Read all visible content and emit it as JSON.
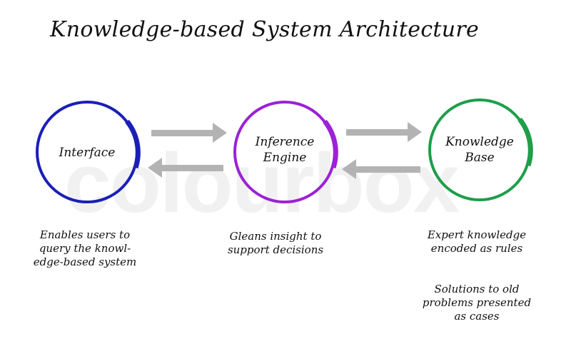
{
  "title": "Knowledge-based System Architecture",
  "watermark": "colourbox",
  "nodes": [
    {
      "id": "interface",
      "label_lines": [
        "Interface"
      ],
      "color": "#1a1fb8"
    },
    {
      "id": "inference-engine",
      "label_lines": [
        "Inference",
        "Engine"
      ],
      "color": "#9b22d6"
    },
    {
      "id": "knowledge-base",
      "label_lines": [
        "Knowledge",
        "Base"
      ],
      "color": "#1e9e4a"
    }
  ],
  "arrow_color": "#b3b3b3",
  "descriptions": {
    "interface": [
      "Enables users to",
      "query the knowl-",
      "edge-based system"
    ],
    "inference_engine": [
      "Gleans insight to",
      "support decisions"
    ],
    "knowledge_base_1": [
      "Expert knowledge",
      "encoded as rules"
    ],
    "knowledge_base_2": [
      "Solutions to old",
      "problems presented",
      "as cases"
    ]
  }
}
